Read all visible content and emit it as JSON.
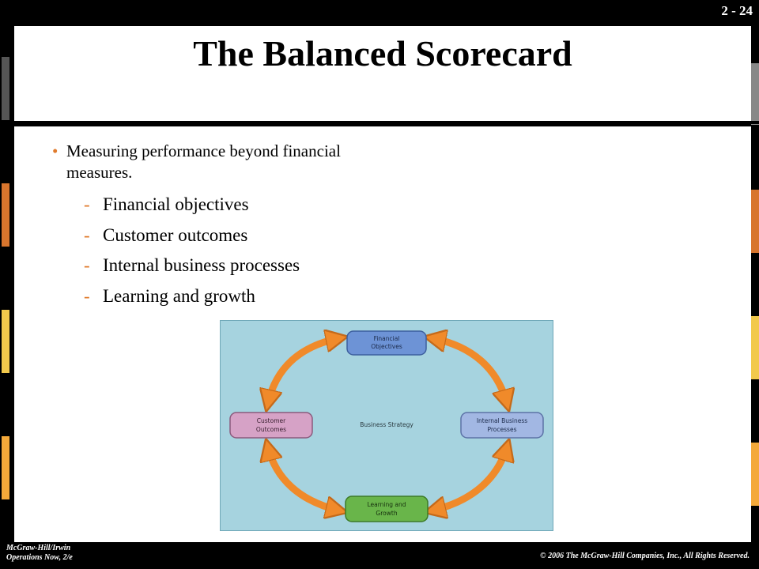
{
  "slide_number": "2 - 24",
  "title": "The Balanced Scorecard",
  "bullet": {
    "marker": "•",
    "text": "Measuring performance beyond financial measures."
  },
  "subitems": [
    {
      "dash": "-",
      "label": "Financial objectives"
    },
    {
      "dash": "-",
      "label": "Customer outcomes"
    },
    {
      "dash": "-",
      "label": "Internal business processes"
    },
    {
      "dash": "-",
      "label": "Learning and growth"
    }
  ],
  "diagram": {
    "center_label": "Business Strategy",
    "nodes": {
      "top": [
        "Financial",
        "Objectives"
      ],
      "left": [
        "Customer",
        "Outcomes"
      ],
      "right": [
        "Internal Business",
        "Processes"
      ],
      "bottom": [
        "Learning and",
        "Growth"
      ]
    },
    "colors": {
      "background": "#a6d3df",
      "top": "#6d93d6",
      "left": "#d6a2c6",
      "right": "#a2b7e3",
      "bottom": "#69b54a",
      "arrow": "#f08a2a"
    }
  },
  "footer": {
    "publisher_line1": "McGraw-Hill/Irwin",
    "publisher_line2": "Operations Now, 2/e",
    "copyright": "© 2006  The McGraw-Hill Companies, Inc., All Rights Reserved."
  },
  "accent_colors": [
    "#555555",
    "#888888",
    "#e07b2c",
    "#f2c14e",
    "#f7d64a",
    "#f4a93a"
  ]
}
